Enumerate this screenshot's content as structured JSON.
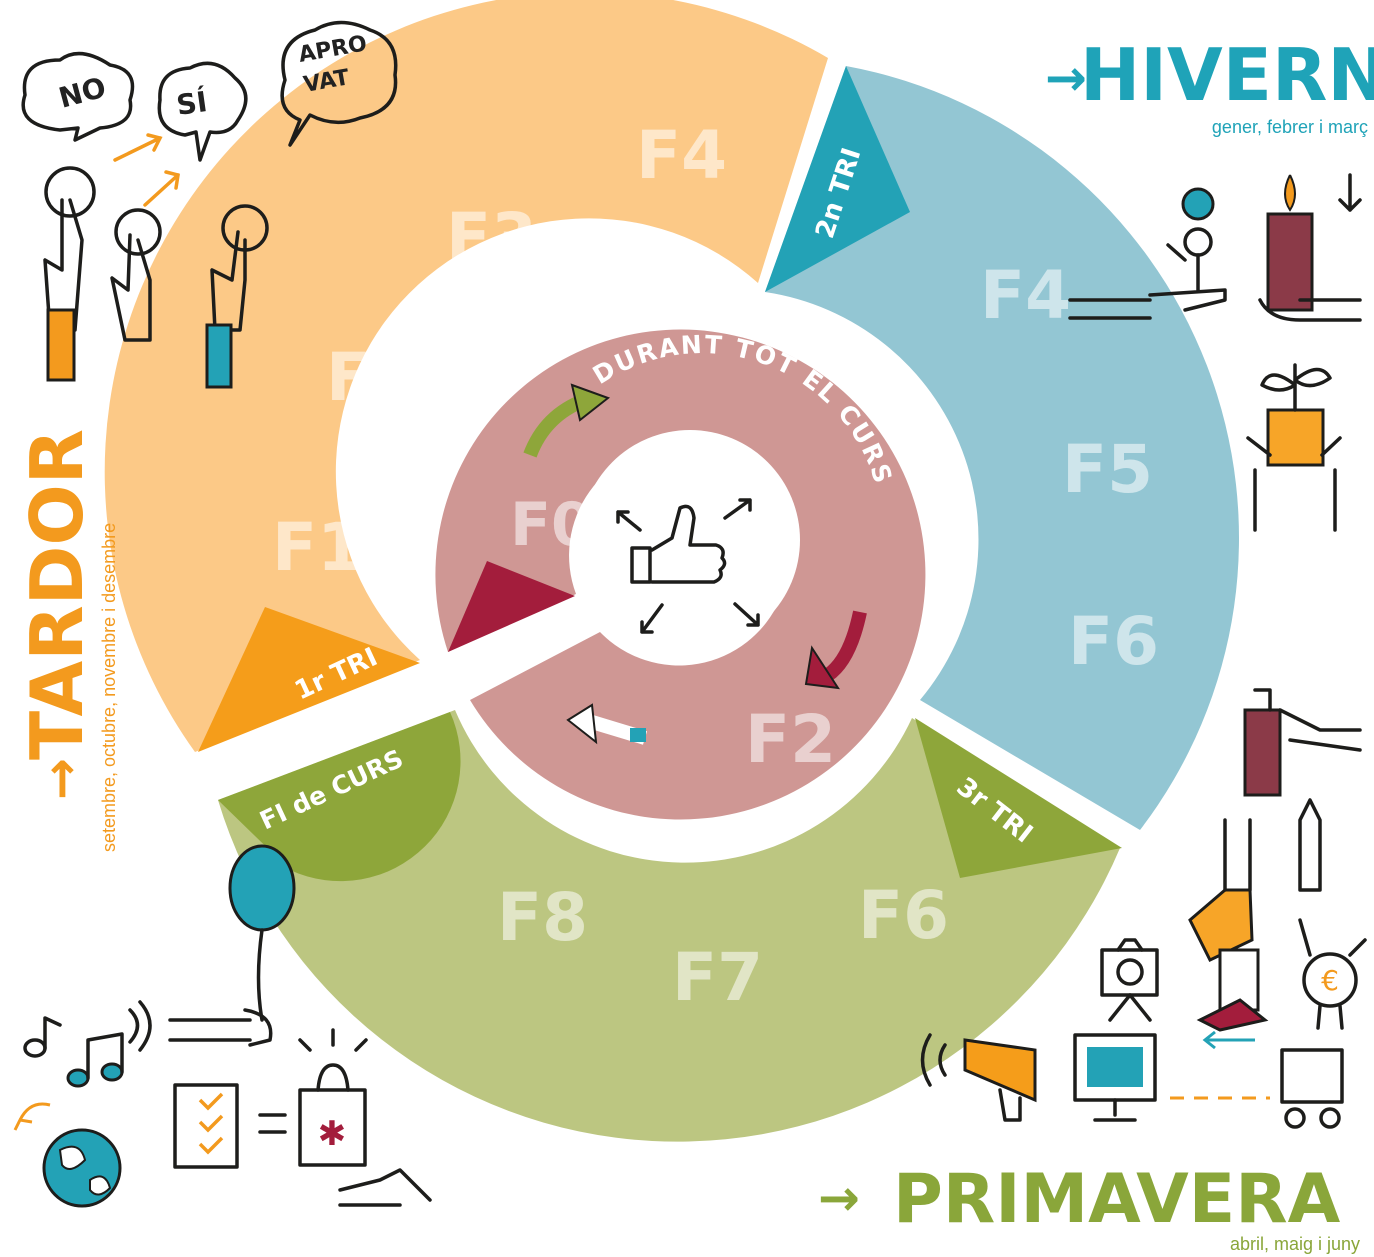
{
  "seasons": {
    "hivern": {
      "title": "HIVERN",
      "months": "gener, febrer i març",
      "color": "#1fa3b8"
    },
    "tardor": {
      "title": "TARDOR",
      "months": "setembre, octubre, novembre i desembre",
      "color": "#f39a1e"
    },
    "primavera": {
      "title": "PRIMAVERA",
      "months": "abril, maig i juny",
      "color": "#8aa63a"
    }
  },
  "arrow_glyph": "→",
  "trimesters": {
    "first": "1r TRI",
    "second": "2n TRI",
    "third": "3r TRI",
    "end": "FI de CURS"
  },
  "phases": {
    "tardor": [
      "F1",
      "F2",
      "F3",
      "F4"
    ],
    "hivern": [
      "F4",
      "F5",
      "F6"
    ],
    "primavera": [
      "F6",
      "F7",
      "F8"
    ],
    "inner": [
      "F0",
      "F2"
    ]
  },
  "inner_ring_label": "DURANT TOT EL CURS",
  "speech_bubbles": [
    "NO",
    "SÍ",
    "APRO",
    "VAT",
    "€"
  ],
  "colors": {
    "orange_light": "#fcc987",
    "blue_light": "#93c6d3",
    "green_light": "#bcc681",
    "rose": "#cf9794",
    "crimson": "#a31d3c",
    "dark_green": "#8ea63a",
    "teal": "#23a2b6",
    "orange": "#f59d1a"
  },
  "icons": [
    "thumbs-up-icon",
    "balloon-icon",
    "plant-icon",
    "megaphone-icon",
    "camera-icon",
    "monitor-icon",
    "globe-icon",
    "checklist-icon",
    "shopping-bag-icon",
    "music-note-icon",
    "spray-can-icon",
    "pencil-icon",
    "candle-icon"
  ]
}
